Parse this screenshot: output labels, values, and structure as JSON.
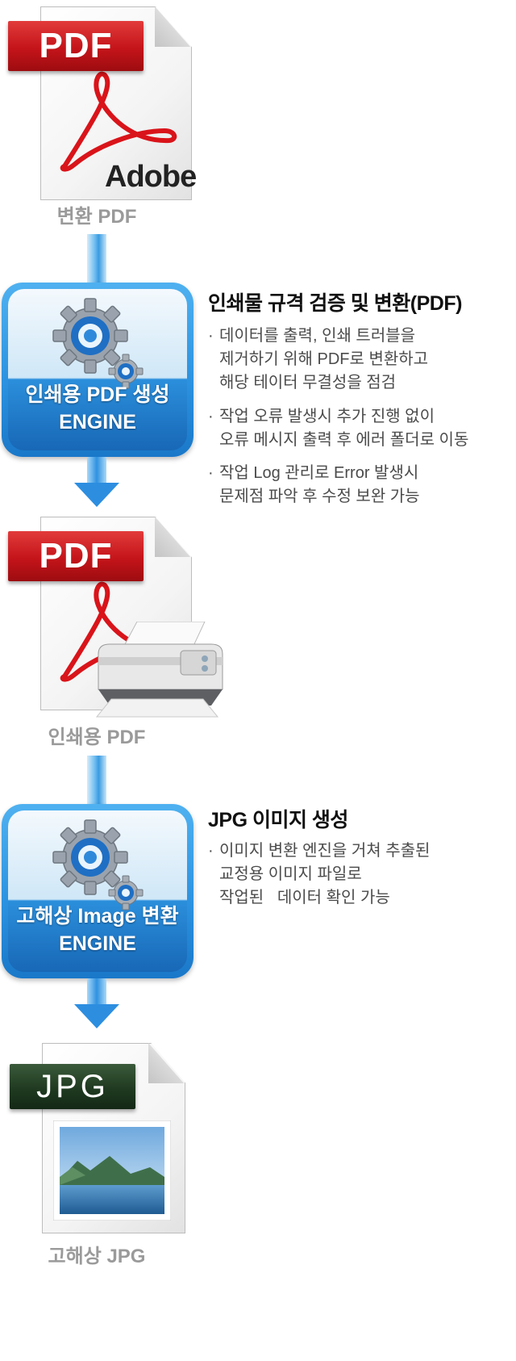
{
  "docs": {
    "pdf_tag": "PDF",
    "adobe_text": "Adobe",
    "jpg_tag": "JPG"
  },
  "captions": {
    "source": "변환 PDF",
    "print": "인쇄용 PDF",
    "output": "고해상 JPG"
  },
  "engines": {
    "pdf_line1": "인쇄용 PDF 생성",
    "pdf_line2": "ENGINE",
    "img_line1": "고해상 Image 변환",
    "img_line2": "ENGINE"
  },
  "section1": {
    "title": "인쇄물 규격 검증 및 변환(PDF)",
    "bullet": "·",
    "items": [
      {
        "lines": [
          "데이터를 출력, 인쇄 트러블을",
          "제거하기 위해 PDF로 변환하고",
          "해당 테이터 무결성을 점검"
        ]
      },
      {
        "lines": [
          "작업 오류 발생시 추가 진행 없이",
          "오류 메시지 출력 후 에러 폴더로 이동"
        ]
      },
      {
        "lines": [
          "작업 Log 관리로 Error 발생시",
          "문제점 파악 후 수정 보완 가능"
        ]
      }
    ]
  },
  "section2": {
    "title": "JPG 이미지 생성",
    "bullet": "·",
    "items": [
      {
        "lines": [
          "이미지 변환 엔진을 거쳐 추출된",
          "교정용 이미지 파일로",
          "작업된   데이터 확인 가능"
        ]
      }
    ]
  },
  "colors": {
    "pdf_red": "#c4141a",
    "jpg_green": "#1f3a20",
    "engine_blue": "#2d93e0",
    "caption_gray": "#9a9a9a"
  },
  "icons": [
    "adobe-acrobat-icon",
    "gear-icon",
    "printer-icon",
    "landscape-photo-icon",
    "arrow-down-icon"
  ]
}
